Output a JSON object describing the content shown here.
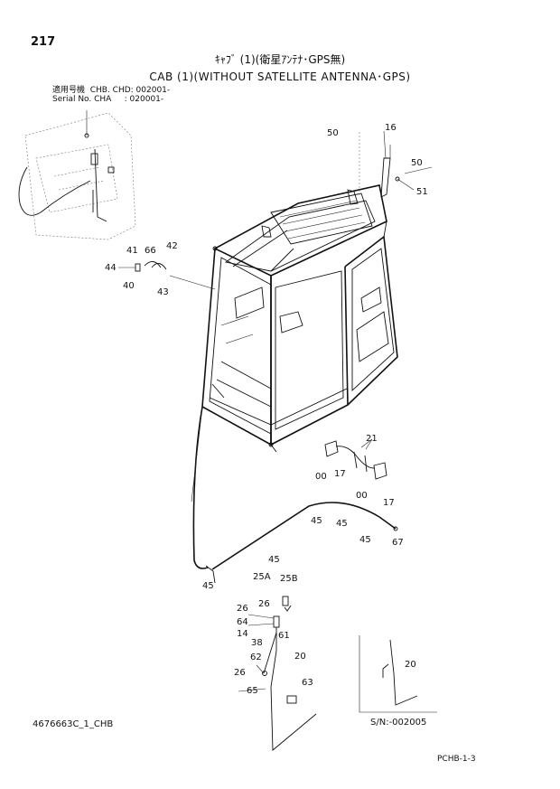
{
  "header": {
    "page_number": "217",
    "title_jp": "ｷｬﾌﾞ (1)(衛星ｱﾝﾃﾅ･GPS無)",
    "title_en": "CAB (1)(WITHOUT SATELLITE ANTENNA･GPS)",
    "serial_line_1": "適用号機  CHB. CHD: 002001-",
    "serial_line_2": "Serial No. CHA     : 020001-"
  },
  "callouts": [
    {
      "id": "c-50a",
      "label": "50"
    },
    {
      "id": "c-16",
      "label": "16"
    },
    {
      "id": "c-50b",
      "label": "50"
    },
    {
      "id": "c-51",
      "label": "51"
    },
    {
      "id": "c-41",
      "label": "41"
    },
    {
      "id": "c-66",
      "label": "66"
    },
    {
      "id": "c-42",
      "label": "42"
    },
    {
      "id": "c-44",
      "label": "44"
    },
    {
      "id": "c-40",
      "label": "40"
    },
    {
      "id": "c-43",
      "label": "43"
    },
    {
      "id": "c-21",
      "label": "21"
    },
    {
      "id": "c-00a",
      "label": "00"
    },
    {
      "id": "c-17a",
      "label": "17"
    },
    {
      "id": "c-00b",
      "label": "00"
    },
    {
      "id": "c-17b",
      "label": "17"
    },
    {
      "id": "c-45a",
      "label": "45"
    },
    {
      "id": "c-45b",
      "label": "45"
    },
    {
      "id": "c-45c",
      "label": "45"
    },
    {
      "id": "c-45d",
      "label": "45"
    },
    {
      "id": "c-67",
      "label": "67"
    },
    {
      "id": "c-45e",
      "label": "45"
    },
    {
      "id": "c-25a",
      "label": "25A"
    },
    {
      "id": "c-25b",
      "label": "25B"
    },
    {
      "id": "c-26a",
      "label": "26"
    },
    {
      "id": "c-26b",
      "label": "26"
    },
    {
      "id": "c-64",
      "label": "64"
    },
    {
      "id": "c-14",
      "label": "14"
    },
    {
      "id": "c-61",
      "label": "61"
    },
    {
      "id": "c-38",
      "label": "38"
    },
    {
      "id": "c-20a",
      "label": "20"
    },
    {
      "id": "c-62",
      "label": "62"
    },
    {
      "id": "c-26c",
      "label": "26"
    },
    {
      "id": "c-63",
      "label": "63"
    },
    {
      "id": "c-65",
      "label": "65"
    },
    {
      "id": "c-20b",
      "label": "20"
    }
  ],
  "inset": {
    "serial_note": "S/N:-002005"
  },
  "footer": {
    "drawing_code": "4676663C_1_CHB",
    "page_code": "PCHB-1-3"
  }
}
